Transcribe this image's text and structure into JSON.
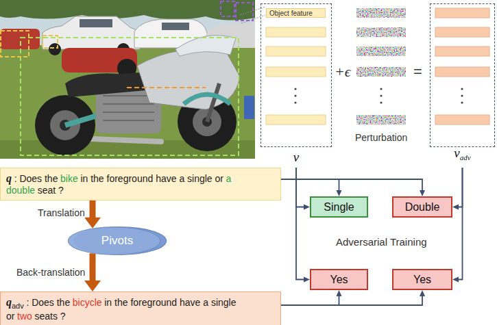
{
  "diagram": {
    "nodes": [
      {
        "text": [
          "v"
        ]
      },
      {
        "text": [
          "Object feature"
        ],
        "in": 0
      },
      {
        "text": [
          "v",
          "adv"
        ]
      },
      {
        "text": [
          "Pivots"
        ]
      },
      {
        "text": [
          "q",
          ": Does the",
          "bike",
          "in the foreground have a single or",
          "a double",
          "seat ?"
        ]
      },
      {
        "text": [
          "q",
          "adv",
          ": Does the",
          "bicycle",
          "in the foreground have a single or",
          "two",
          "seats ?"
        ]
      },
      {
        "text": [
          "Single"
        ]
      },
      {
        "text": [
          "Double"
        ]
      },
      {
        "text": [
          "Yes"
        ]
      },
      {
        "text": [
          "Yes"
        ]
      }
    ],
    "edges": [
      {
        "from": 4,
        "to": 3,
        "arrow": "to",
        "label": "Translation"
      },
      {
        "from": 3,
        "to": 5,
        "arrow": "to",
        "label": "Back-translation"
      },
      {
        "from": 0,
        "to": 6,
        "arrow": "to"
      },
      {
        "from": 0,
        "to": 8,
        "arrow": "to"
      },
      {
        "from": 2,
        "to": 7,
        "arrow": "to"
      },
      {
        "from": 2,
        "to": 9,
        "arrow": "to"
      },
      {
        "from": 4,
        "to": 6,
        "arrow": "to"
      },
      {
        "from": 4,
        "to": 7,
        "arrow": "to"
      },
      {
        "from": 5,
        "to": 8,
        "arrow": "to"
      },
      {
        "from": 5,
        "to": 9,
        "arrow": "to"
      }
    ],
    "labels": [
      "+ϵ",
      "=",
      "Perturbation",
      "Adversarial Training"
    ]
  }
}
